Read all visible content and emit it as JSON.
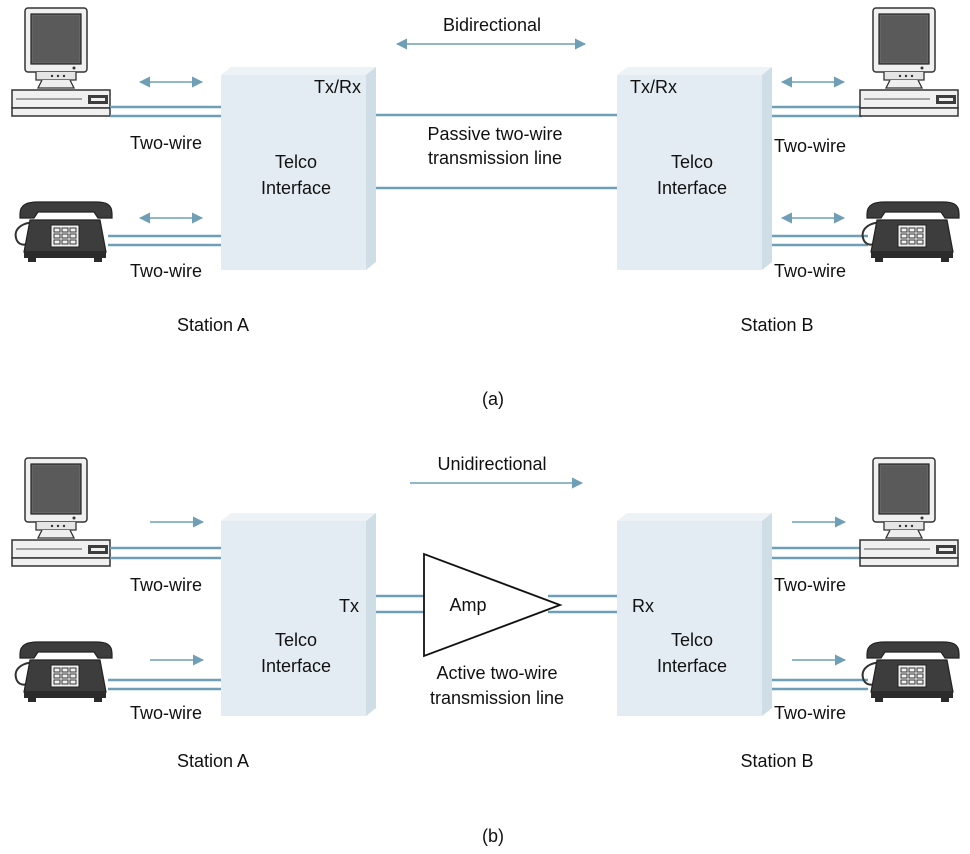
{
  "colors": {
    "wire": "#6e9fb6",
    "box_front": "#e3ecf2",
    "box_side": "#cfdde6",
    "box_top": "#edf2f6",
    "device_dark": "#3d3d3d",
    "device_light": "#f0f0f0"
  },
  "panel_a": {
    "direction_label": "Bidirectional",
    "left_port": "Tx/Rx",
    "right_port": "Tx/Rx",
    "line_label_1": "Passive two-wire",
    "line_label_2": "transmission line",
    "interface_line_1": "Telco",
    "interface_line_2": "Interface",
    "two_wire": "Two-wire",
    "station_a": "Station A",
    "station_b": "Station B",
    "caption": "(a)"
  },
  "panel_b": {
    "direction_label": "Unidirectional",
    "left_port": "Tx",
    "right_port": "Rx",
    "amp_label": "Amp",
    "line_label_1": "Active two-wire",
    "line_label_2": "transmission line",
    "interface_line_1": "Telco",
    "interface_line_2": "Interface",
    "two_wire": "Two-wire",
    "station_a": "Station A",
    "station_b": "Station B",
    "caption": "(b)"
  },
  "icons": {
    "computer": "computer-icon",
    "telephone": "telephone-icon",
    "amplifier": "amplifier-icon"
  }
}
